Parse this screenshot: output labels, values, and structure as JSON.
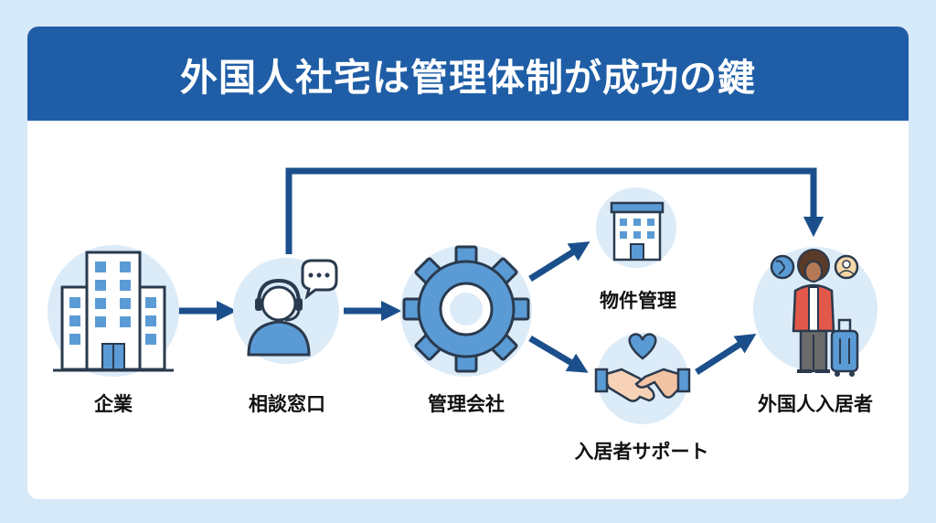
{
  "title": "外国人社宅は管理体制が成功の鍵",
  "nodes": {
    "company": {
      "label": "企業",
      "icon": "office-building-icon"
    },
    "consultation": {
      "label": "相談窓口",
      "icon": "headset-operator-icon"
    },
    "management_company": {
      "label": "管理会社",
      "icon": "gear-icon"
    },
    "property_management": {
      "label": "物件管理",
      "icon": "apartment-building-icon"
    },
    "resident_support": {
      "label": "入居者サポート",
      "icon": "handshake-heart-icon"
    },
    "foreign_resident": {
      "label": "外国人入居者",
      "icon": "traveler-with-suitcase-icon"
    }
  },
  "edges": [
    {
      "from": "company",
      "to": "consultation"
    },
    {
      "from": "consultation",
      "to": "management_company"
    },
    {
      "from": "management_company",
      "to": "property_management"
    },
    {
      "from": "management_company",
      "to": "resident_support"
    },
    {
      "from": "resident_support",
      "to": "foreign_resident"
    },
    {
      "from": "consultation",
      "to": "foreign_resident"
    }
  ],
  "colors": {
    "banner": "#1f5ea6",
    "arrow": "#1b4f8c",
    "icon_circle": "#dcebf8",
    "icon_fill": "#5b9bd5",
    "outline": "#2a3a4e",
    "page_background": "#d6e9f8"
  }
}
